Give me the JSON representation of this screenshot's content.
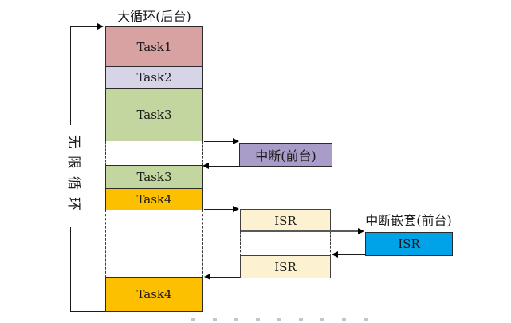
{
  "title": "大循环(后台)",
  "left_loop": {
    "label": "无限循环"
  },
  "background_stack": {
    "rows": [
      {
        "type": "task",
        "label": "Task1",
        "color": "#d9a2a2"
      },
      {
        "type": "task",
        "label": "Task2",
        "color": "#d8d4e8"
      },
      {
        "type": "task",
        "label": "Task3",
        "color": "#c4d6a0"
      },
      {
        "type": "gap"
      },
      {
        "type": "task",
        "label": "Task3",
        "color": "#c4d6a0"
      },
      {
        "type": "task",
        "label": "Task4",
        "color": "#fdc000"
      },
      {
        "type": "gap"
      },
      {
        "type": "task",
        "label": "Task4",
        "color": "#fdc000"
      }
    ]
  },
  "interrupt": {
    "label": "中断(前台)",
    "color": "#a89cc8"
  },
  "isr_column": {
    "boxes": [
      {
        "label": "ISR"
      },
      {
        "label": "ISR"
      }
    ],
    "color": "#fcf2d2"
  },
  "nested_interrupt": {
    "heading": "中断嵌套(前台)",
    "label": "ISR",
    "color": "#00a3e8"
  }
}
